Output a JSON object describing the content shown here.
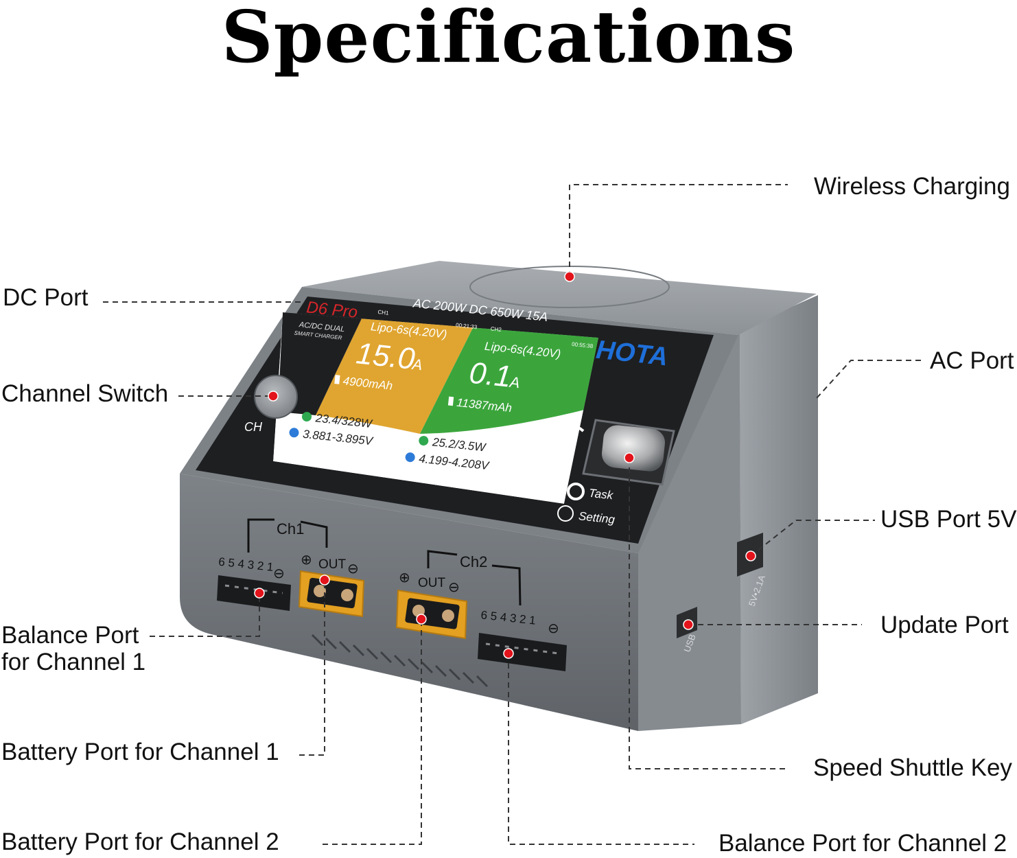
{
  "title": "Specifications",
  "colors": {
    "marker": "#e3131b",
    "body": "#8c9196",
    "screen_orange": "#e0a530",
    "screen_green": "#3ba53c",
    "brand_blue": "#1e6fd9",
    "model_red": "#d6262a"
  },
  "labels": {
    "wireless_charging": "Wireless Charging",
    "dc_port": "DC Port",
    "ac_port": "AC Port",
    "channel_switch": "Channel Switch",
    "usb_port": "USB Port 5V",
    "update_port": "Update Port",
    "balance_ch1_line1": "Balance Port",
    "balance_ch1_line2": "for Channel 1",
    "battery_ch1": "Battery Port for Channel 1",
    "speed_shuttle": "Speed Shuttle Key",
    "battery_ch2": "Battery Port for Channel 2",
    "balance_ch2": "Balance Port for Channel 2"
  },
  "device": {
    "model": "D6 Pro",
    "subtitle1": "AC/DC DUAL",
    "subtitle2": "SMART CHARGER",
    "power_header": "AC 200W  DC 650W 15A",
    "brand": "HOTA",
    "ch_button": "CH",
    "task": "Task",
    "setting": "Setting",
    "usb_side_label": "5V•2.1A",
    "update_side_label": "USB",
    "ch1_tag": "Ch1",
    "ch2_tag": "Ch2",
    "out": "OUT",
    "plus": "⊕",
    "minus": "⊖",
    "pins": "6 5 4 3 2 1"
  },
  "screen": {
    "ch1": {
      "tag": "CH1",
      "time": "00:21:33",
      "battery": "Lipo-6s(4.20V)",
      "current": "15.0",
      "unit": "A",
      "capacity": "4900mAh",
      "power": "23.4/328W",
      "voltage": "3.881-3.895V"
    },
    "ch2": {
      "tag": "CH2",
      "time": "00:55:38",
      "battery": "Lipo-6s(4.20V)",
      "current": "0.1",
      "unit": "A",
      "capacity": "11387mAh",
      "power": "25.2/3.5W",
      "voltage": "4.199-4.208V"
    }
  }
}
